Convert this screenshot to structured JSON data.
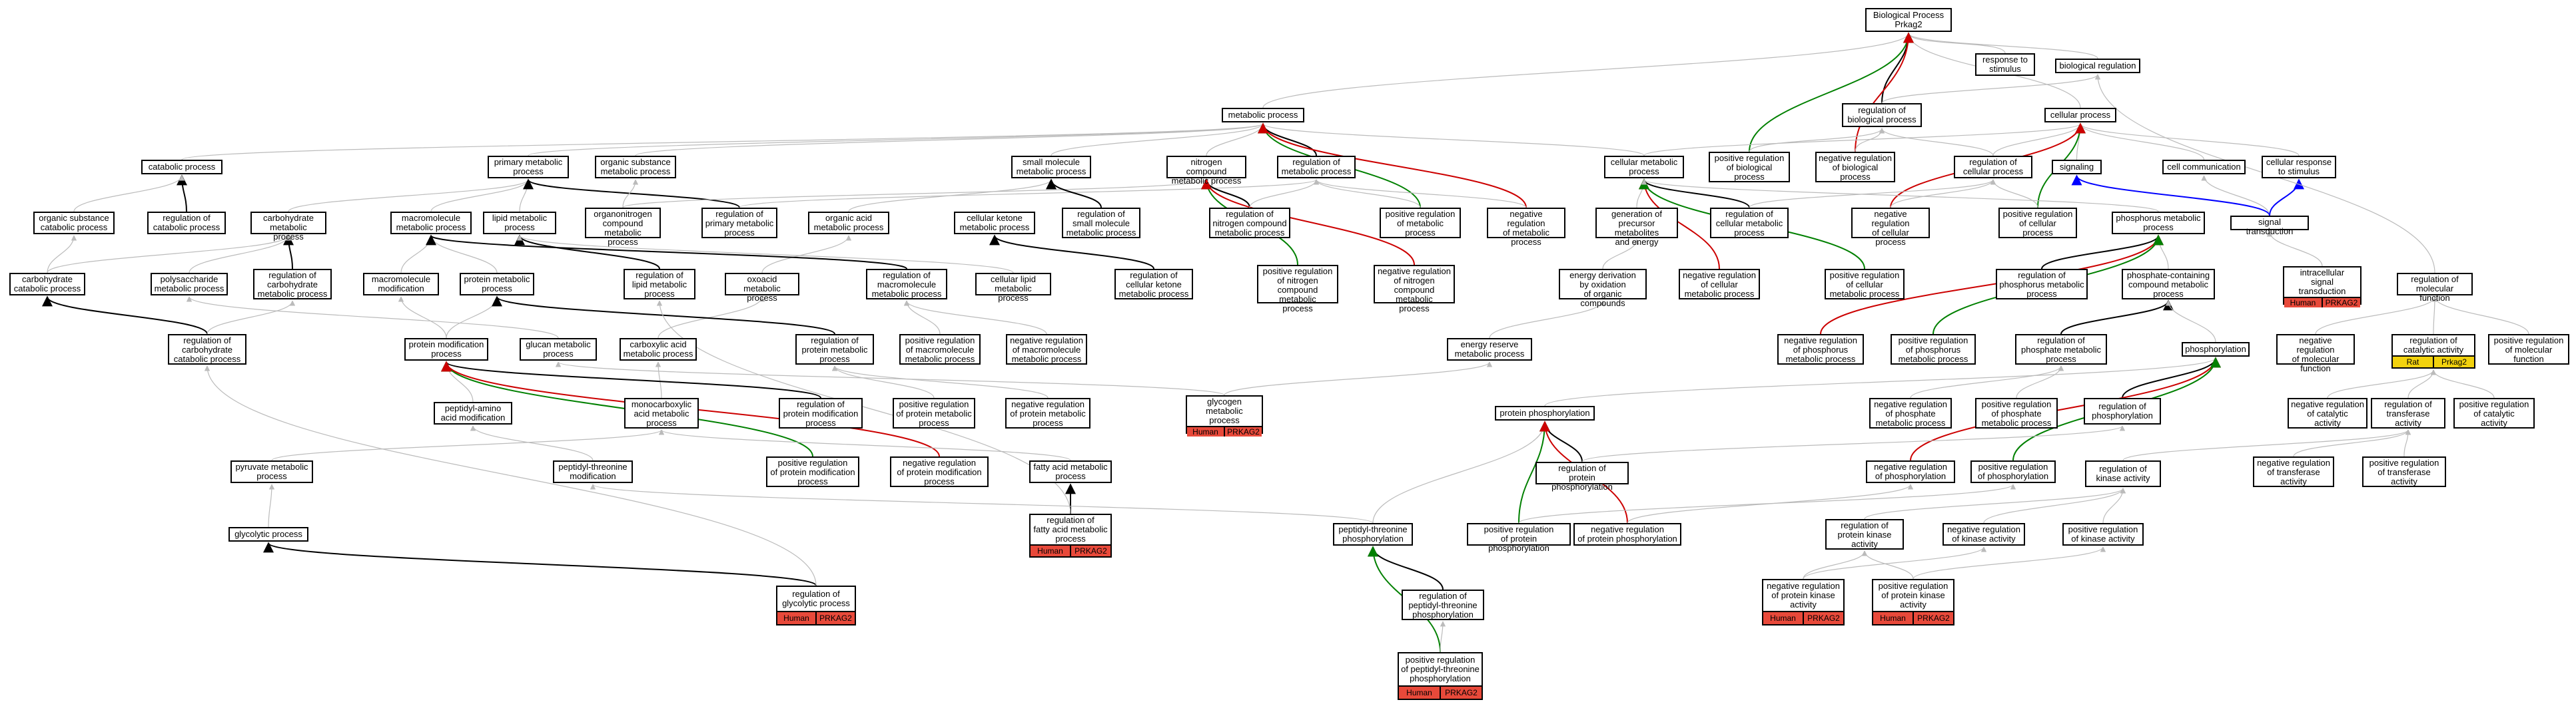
{
  "colors": {
    "plain": "#bbbbbb",
    "is_a": "#000000",
    "positive": "#008000",
    "negative": "#cc0000",
    "blue": "#0000ff",
    "human": "#e8493a",
    "rat": "#f2d20e"
  },
  "nodes": [
    {
      "id": "bp",
      "label": "Biological Process\nPrkag2"
    },
    {
      "id": "resp",
      "label": "response to\nstimulus"
    },
    {
      "id": "bioreg",
      "label": "biological regulation"
    },
    {
      "id": "meta",
      "label": "metabolic process"
    },
    {
      "id": "regbio",
      "label": "regulation of\nbiological process"
    },
    {
      "id": "cellp",
      "label": "cellular process"
    },
    {
      "id": "catab",
      "label": "catabolic process"
    },
    {
      "id": "primary",
      "label": "primary metabolic\nprocess"
    },
    {
      "id": "orgsub",
      "label": "organic substance\nmetabolic process"
    },
    {
      "id": "smallmol",
      "label": "small molecule\nmetabolic process"
    },
    {
      "id": "nitro",
      "label": "nitrogen compound\nmetabolic process"
    },
    {
      "id": "regmeta",
      "label": "regulation of\nmetabolic process"
    },
    {
      "id": "cellmeta",
      "label": "cellular metabolic\nprocess"
    },
    {
      "id": "posbio",
      "label": "positive regulation\nof biological\nprocess"
    },
    {
      "id": "negbio",
      "label": "negative regulation\nof biological\nprocess"
    },
    {
      "id": "regcell",
      "label": "regulation of\ncellular process"
    },
    {
      "id": "signaling",
      "label": "signaling"
    },
    {
      "id": "cellcomm",
      "label": "cell communication"
    },
    {
      "id": "cellresp",
      "label": "cellular response\nto stimulus"
    },
    {
      "id": "orgsubcat",
      "label": "organic substance\ncatabolic process"
    },
    {
      "id": "regcat",
      "label": "regulation of\ncatabolic process"
    },
    {
      "id": "carbmeta",
      "label": "carbohydrate\nmetabolic process"
    },
    {
      "id": "macromol",
      "label": "macromolecule\nmetabolic process"
    },
    {
      "id": "lipid",
      "label": "lipid metabolic\nprocess"
    },
    {
      "id": "orgnitro",
      "label": "organonitrogen\ncompound metabolic\nprocess"
    },
    {
      "id": "regprim",
      "label": "regulation of\nprimary metabolic\nprocess"
    },
    {
      "id": "orgacid",
      "label": "organic acid\nmetabolic process"
    },
    {
      "id": "cellket",
      "label": "cellular ketone\nmetabolic process"
    },
    {
      "id": "regsmall",
      "label": "regulation of\nsmall molecule\nmetabolic process"
    },
    {
      "id": "regnitro",
      "label": "regulation of\nnitrogen compound\nmetabolic process"
    },
    {
      "id": "posmeta",
      "label": "positive regulation\nof metabolic\nprocess"
    },
    {
      "id": "negmeta",
      "label": "negative regulation\nof metabolic\nprocess"
    },
    {
      "id": "genprec",
      "label": "generation of\nprecursor metabolites\nand energy"
    },
    {
      "id": "regcellmeta",
      "label": "regulation of\ncellular metabolic\nprocess"
    },
    {
      "id": "negcell",
      "label": "negative regulation\nof cellular\nprocess"
    },
    {
      "id": "poscell",
      "label": "positive regulation\nof cellular\nprocess"
    },
    {
      "id": "phosmeta",
      "label": "phosphorus metabolic\nprocess"
    },
    {
      "id": "sigtrans",
      "label": "signal transduction"
    },
    {
      "id": "carbcat",
      "label": "carbohydrate\ncatabolic process"
    },
    {
      "id": "polysac",
      "label": "polysaccharide\nmetabolic process"
    },
    {
      "id": "regcarb",
      "label": "regulation of\ncarbohydrate\nmetabolic process"
    },
    {
      "id": "macromod",
      "label": "macromolecule\nmodification"
    },
    {
      "id": "protmeta",
      "label": "protein metabolic\nprocess"
    },
    {
      "id": "reglipid",
      "label": "regulation of\nlipid metabolic\nprocess"
    },
    {
      "id": "oxoacid",
      "label": "oxoacid metabolic\nprocess"
    },
    {
      "id": "regmacro",
      "label": "regulation of\nmacromolecule\nmetabolic process"
    },
    {
      "id": "celllipid",
      "label": "cellular lipid\nmetabolic process"
    },
    {
      "id": "regcellket",
      "label": "regulation of\ncellular ketone\nmetabolic process"
    },
    {
      "id": "posnitro",
      "label": "positive regulation\nof nitrogen\ncompound metabolic\nprocess"
    },
    {
      "id": "negnitro",
      "label": "negative regulation\nof nitrogen\ncompound metabolic\nprocess"
    },
    {
      "id": "energy",
      "label": "energy derivation\nby oxidation\nof organic compounds"
    },
    {
      "id": "negcellmeta",
      "label": "negative regulation\nof cellular\nmetabolic process"
    },
    {
      "id": "poscellmeta",
      "label": "positive regulation\nof cellular\nmetabolic process"
    },
    {
      "id": "regphosmeta",
      "label": "regulation of\nphosphorus metabolic\nprocess"
    },
    {
      "id": "phoscont",
      "label": "phosphate-containing\ncompound metabolic\nprocess"
    },
    {
      "id": "intrasig",
      "label": "intracellular\nsignal transduction",
      "tags": [
        "Human",
        "PRKAG2"
      ]
    },
    {
      "id": "regmolfunc",
      "label": "regulation of\nmolecular function"
    },
    {
      "id": "regcarbcat",
      "label": "regulation of\ncarbohydrate\ncatabolic process"
    },
    {
      "id": "protmod",
      "label": "protein modification\nprocess"
    },
    {
      "id": "glucan",
      "label": "glucan metabolic\nprocess"
    },
    {
      "id": "carbox",
      "label": "carboxylic acid\nmetabolic process"
    },
    {
      "id": "regprotmeta",
      "label": "regulation of\nprotein metabolic\nprocess"
    },
    {
      "id": "posmacro",
      "label": "positive regulation\nof macromolecule\nmetabolic process"
    },
    {
      "id": "negmacro",
      "label": "negative regulation\nof macromolecule\nmetabolic process"
    },
    {
      "id": "energyres",
      "label": "energy reserve\nmetabolic process"
    },
    {
      "id": "negphosmeta",
      "label": "negative regulation\nof phosphorus\nmetabolic process"
    },
    {
      "id": "posphosmeta",
      "label": "positive regulation\nof phosphorus\nmetabolic process"
    },
    {
      "id": "regphosphate",
      "label": "regulation of\nphosphate metabolic\nprocess"
    },
    {
      "id": "phosphorylation",
      "label": "phosphorylation"
    },
    {
      "id": "negmolfunc",
      "label": "negative regulation\nof molecular\nfunction"
    },
    {
      "id": "regcatact",
      "label": "regulation of\ncatalytic activity",
      "tags": [
        "Rat",
        "Prkag2"
      ]
    },
    {
      "id": "posmolfunc",
      "label": "positive regulation\nof molecular\nfunction"
    },
    {
      "id": "peptaa",
      "label": "peptidyl-amino\nacid modification"
    },
    {
      "id": "monocarb",
      "label": "monocarboxylic\nacid metabolic\nprocess"
    },
    {
      "id": "regprotmod",
      "label": "regulation of\nprotein modification\nprocess"
    },
    {
      "id": "posprotmeta",
      "label": "positive regulation\nof protein metabolic\nprocess"
    },
    {
      "id": "negprotmeta",
      "label": "negative regulation\nof protein metabolic\nprocess"
    },
    {
      "id": "glycogen",
      "label": "glycogen metabolic\nprocess",
      "tags": [
        "Human",
        "PRKAG2"
      ]
    },
    {
      "id": "protphos",
      "label": "protein phosphorylation"
    },
    {
      "id": "negphosphate",
      "label": "negative regulation\nof phosphate\nmetabolic process"
    },
    {
      "id": "posphosphate",
      "label": "positive regulation\nof phosphate\nmetabolic process"
    },
    {
      "id": "regphosph",
      "label": "regulation of\nphosphorylation"
    },
    {
      "id": "negcatact",
      "label": "negative regulation\nof catalytic\nactivity"
    },
    {
      "id": "regtrans",
      "label": "regulation of\ntransferase\nactivity"
    },
    {
      "id": "poscatact",
      "label": "positive regulation\nof catalytic\nactivity"
    },
    {
      "id": "pyruvate",
      "label": "pyruvate metabolic\nprocess"
    },
    {
      "id": "peptthr",
      "label": "peptidyl-threonine\nmodification"
    },
    {
      "id": "posprotmod",
      "label": "positive regulation\nof protein modification\nprocess"
    },
    {
      "id": "negprotmod",
      "label": "negative regulation\nof protein modification\nprocess"
    },
    {
      "id": "fattyacid",
      "label": "fatty acid metabolic\nprocess"
    },
    {
      "id": "regprotphos",
      "label": "regulation of\nprotein phosphorylation"
    },
    {
      "id": "negphosph",
      "label": "negative regulation\nof phosphorylation"
    },
    {
      "id": "posphosph",
      "label": "positive regulation\nof phosphorylation"
    },
    {
      "id": "regkinase",
      "label": "regulation of\nkinase activity"
    },
    {
      "id": "negtrans",
      "label": "negative regulation\nof transferase\nactivity"
    },
    {
      "id": "postrans",
      "label": "positive regulation\nof transferase\nactivity"
    },
    {
      "id": "glycolytic",
      "label": "glycolytic process"
    },
    {
      "id": "regfatty",
      "label": "regulation of\nfatty acid metabolic\nprocess",
      "tags": [
        "Human",
        "PRKAG2"
      ]
    },
    {
      "id": "peptthrphos",
      "label": "peptidyl-threonine\nphosphorylation"
    },
    {
      "id": "posprotphos",
      "label": "positive regulation\nof protein phosphorylation"
    },
    {
      "id": "negprotphos",
      "label": "negative regulation\nof protein phosphorylation"
    },
    {
      "id": "regprotkin",
      "label": "regulation of\nprotein kinase\nactivity"
    },
    {
      "id": "negkinase",
      "label": "negative regulation\nof kinase activity"
    },
    {
      "id": "poskinase",
      "label": "positive regulation\nof kinase activity"
    },
    {
      "id": "regglyco",
      "label": "regulation of\nglycolytic process",
      "tags": [
        "Human",
        "PRKAG2"
      ]
    },
    {
      "id": "regpeptthr",
      "label": "regulation of\npeptidyl-threonine\nphosphorylation"
    },
    {
      "id": "negprotkin",
      "label": "negative regulation\nof protein kinase\nactivity",
      "tags": [
        "Human",
        "PRKAG2"
      ]
    },
    {
      "id": "posprotkin",
      "label": "positive regulation\nof protein kinase\nactivity",
      "tags": [
        "Human",
        "PRKAG2"
      ]
    },
    {
      "id": "pospeptthr",
      "label": "positive regulation\nof peptidyl-threonine\nphosphorylation",
      "tags": [
        "Human",
        "PRKAG2"
      ]
    }
  ],
  "edges": [
    [
      "resp",
      "bp",
      "plain"
    ],
    [
      "bioreg",
      "bp",
      "plain"
    ],
    [
      "meta",
      "bp",
      "plain"
    ],
    [
      "regbio",
      "bp",
      "is_a"
    ],
    [
      "cellp",
      "bp",
      "plain"
    ],
    [
      "posbio",
      "bp",
      "positive"
    ],
    [
      "negbio",
      "bp",
      "negative"
    ],
    [
      "regbio",
      "bioreg",
      "plain"
    ],
    [
      "catab",
      "meta",
      "plain"
    ],
    [
      "primary",
      "meta",
      "plain"
    ],
    [
      "orgsub",
      "meta",
      "plain"
    ],
    [
      "smallmol",
      "meta",
      "plain"
    ],
    [
      "nitro",
      "meta",
      "plain"
    ],
    [
      "regmeta",
      "meta",
      "is_a"
    ],
    [
      "cellmeta",
      "meta",
      "plain"
    ],
    [
      "posmeta",
      "meta",
      "positive"
    ],
    [
      "negmeta",
      "meta",
      "negative"
    ],
    [
      "cellmeta",
      "cellp",
      "plain"
    ],
    [
      "regcell",
      "cellp",
      "plain"
    ],
    [
      "signaling",
      "cellp",
      "plain"
    ],
    [
      "cellcomm",
      "cellp",
      "plain"
    ],
    [
      "cellresp",
      "cellp",
      "plain"
    ],
    [
      "regcell",
      "regbio",
      "plain"
    ],
    [
      "posbio",
      "regbio",
      "plain"
    ],
    [
      "negbio",
      "regbio",
      "plain"
    ],
    [
      "poscell",
      "cellp",
      "positive"
    ],
    [
      "negcell",
      "cellp",
      "negative"
    ],
    [
      "regcat",
      "catab",
      "is_a"
    ],
    [
      "orgsubcat",
      "catab",
      "plain"
    ],
    [
      "carbcat",
      "orgsubcat",
      "plain"
    ],
    [
      "carbcat",
      "carbmeta",
      "plain"
    ],
    [
      "carbmeta",
      "primary",
      "plain"
    ],
    [
      "macromol",
      "primary",
      "plain"
    ],
    [
      "lipid",
      "primary",
      "plain"
    ],
    [
      "regprim",
      "primary",
      "is_a"
    ],
    [
      "regprim",
      "regmeta",
      "plain"
    ],
    [
      "orgnitro",
      "nitro",
      "plain"
    ],
    [
      "orgnitro",
      "orgsub",
      "plain"
    ],
    [
      "orgacid",
      "smallmol",
      "plain"
    ],
    [
      "regsmall",
      "smallmol",
      "is_a"
    ],
    [
      "regnitro",
      "nitro",
      "is_a"
    ],
    [
      "posnitro",
      "nitro",
      "positive"
    ],
    [
      "negnitro",
      "nitro",
      "negative"
    ],
    [
      "regnitro",
      "regmeta",
      "plain"
    ],
    [
      "posmeta",
      "regmeta",
      "plain"
    ],
    [
      "negmeta",
      "regmeta",
      "plain"
    ],
    [
      "regcellmeta",
      "cellmeta",
      "is_a"
    ],
    [
      "genprec",
      "cellmeta",
      "plain"
    ],
    [
      "negcellmeta",
      "cellmeta",
      "negative"
    ],
    [
      "poscellmeta",
      "cellmeta",
      "positive"
    ],
    [
      "regcellmeta",
      "regcell",
      "plain"
    ],
    [
      "negcell",
      "regcell",
      "plain"
    ],
    [
      "poscell",
      "regcell",
      "plain"
    ],
    [
      "sigtrans",
      "signaling",
      "blue"
    ],
    [
      "sigtrans",
      "cellcomm",
      "plain"
    ],
    [
      "sigtrans",
      "cellresp",
      "blue"
    ],
    [
      "regcarb",
      "carbmeta",
      "is_a"
    ],
    [
      "polysac",
      "carbmeta",
      "plain"
    ],
    [
      "macromod",
      "macromol",
      "plain"
    ],
    [
      "protmeta",
      "macromol",
      "plain"
    ],
    [
      "reglipid",
      "lipid",
      "is_a"
    ],
    [
      "oxoacid",
      "orgacid",
      "plain"
    ],
    [
      "regmacro",
      "macromol",
      "is_a"
    ],
    [
      "celllipid",
      "lipid",
      "plain"
    ],
    [
      "regcellket",
      "cellket",
      "is_a"
    ],
    [
      "energy",
      "genprec",
      "plain"
    ],
    [
      "phosmeta",
      "cellmeta",
      "plain"
    ],
    [
      "regphosmeta",
      "phosmeta",
      "is_a"
    ],
    [
      "phoscont",
      "phosmeta",
      "plain"
    ],
    [
      "intrasig",
      "sigtrans",
      "plain"
    ],
    [
      "regmolfunc",
      "bioreg",
      "plain"
    ],
    [
      "regcarbcat",
      "carbcat",
      "is_a"
    ],
    [
      "regcarbcat",
      "regcarb",
      "plain"
    ],
    [
      "protmod",
      "protmeta",
      "plain"
    ],
    [
      "protmod",
      "macromod",
      "plain"
    ],
    [
      "glucan",
      "polysac",
      "plain"
    ],
    [
      "carbox",
      "oxoacid",
      "plain"
    ],
    [
      "regprotmeta",
      "protmeta",
      "is_a"
    ],
    [
      "posmacro",
      "regmacro",
      "plain"
    ],
    [
      "negmacro",
      "regmacro",
      "plain"
    ],
    [
      "energyres",
      "energy",
      "plain"
    ],
    [
      "negphosmeta",
      "phosmeta",
      "negative"
    ],
    [
      "posphosmeta",
      "phosmeta",
      "positive"
    ],
    [
      "regphosphate",
      "phoscont",
      "is_a"
    ],
    [
      "phosphorylation",
      "phoscont",
      "plain"
    ],
    [
      "negmolfunc",
      "regmolfunc",
      "plain"
    ],
    [
      "regcatact",
      "regmolfunc",
      "plain"
    ],
    [
      "posmolfunc",
      "regmolfunc",
      "plain"
    ],
    [
      "peptaa",
      "protmod",
      "plain"
    ],
    [
      "monocarb",
      "carbox",
      "plain"
    ],
    [
      "regprotmod",
      "protmod",
      "is_a"
    ],
    [
      "posprotmeta",
      "regprotmeta",
      "plain"
    ],
    [
      "negprotmeta",
      "regprotmeta",
      "plain"
    ],
    [
      "glycogen",
      "glucan",
      "plain"
    ],
    [
      "glycogen",
      "energyres",
      "plain"
    ],
    [
      "protphos",
      "phosphorylation",
      "plain"
    ],
    [
      "negphosphate",
      "regphosphate",
      "plain"
    ],
    [
      "posphosphate",
      "regphosphate",
      "plain"
    ],
    [
      "regphosph",
      "phosphorylation",
      "is_a"
    ],
    [
      "negcatact",
      "regcatact",
      "plain"
    ],
    [
      "regtrans",
      "regcatact",
      "plain"
    ],
    [
      "poscatact",
      "regcatact",
      "plain"
    ],
    [
      "pyruvate",
      "monocarb",
      "plain"
    ],
    [
      "peptthr",
      "peptaa",
      "plain"
    ],
    [
      "posprotmod",
      "protmod",
      "positive"
    ],
    [
      "negprotmod",
      "protmod",
      "negative"
    ],
    [
      "fattyacid",
      "monocarb",
      "plain"
    ],
    [
      "regprotphos",
      "protphos",
      "is_a"
    ],
    [
      "negphosph",
      "phosphorylation",
      "negative"
    ],
    [
      "posphosph",
      "phosphorylation",
      "positive"
    ],
    [
      "regkinase",
      "regtrans",
      "plain"
    ],
    [
      "negtrans",
      "regtrans",
      "plain"
    ],
    [
      "postrans",
      "regtrans",
      "plain"
    ],
    [
      "glycolytic",
      "pyruvate",
      "plain"
    ],
    [
      "regfatty",
      "fattyacid",
      "is_a"
    ],
    [
      "peptthrphos",
      "peptthr",
      "plain"
    ],
    [
      "peptthrphos",
      "protphos",
      "plain"
    ],
    [
      "posprotphos",
      "protphos",
      "positive"
    ],
    [
      "negprotphos",
      "protphos",
      "negative"
    ],
    [
      "regprotkin",
      "regkinase",
      "plain"
    ],
    [
      "negkinase",
      "regkinase",
      "plain"
    ],
    [
      "poskinase",
      "regkinase",
      "plain"
    ],
    [
      "regglyco",
      "glycolytic",
      "is_a"
    ],
    [
      "regpeptthr",
      "peptthrphos",
      "is_a"
    ],
    [
      "negprotkin",
      "regprotkin",
      "plain"
    ],
    [
      "posprotkin",
      "regprotkin",
      "plain"
    ],
    [
      "pospeptthr",
      "peptthrphos",
      "positive"
    ],
    [
      "pospeptthr",
      "regpeptthr",
      "plain"
    ],
    [
      "regglyco",
      "regcarbcat",
      "plain"
    ],
    [
      "regfatty",
      "reglipid",
      "plain"
    ],
    [
      "negprotkin",
      "negkinase",
      "plain"
    ],
    [
      "posprotkin",
      "poskinase",
      "plain"
    ],
    [
      "regprotphos",
      "regphosph",
      "plain"
    ],
    [
      "negprotphos",
      "negphosph",
      "plain"
    ],
    [
      "posprotphos",
      "posphosph",
      "plain"
    ]
  ]
}
